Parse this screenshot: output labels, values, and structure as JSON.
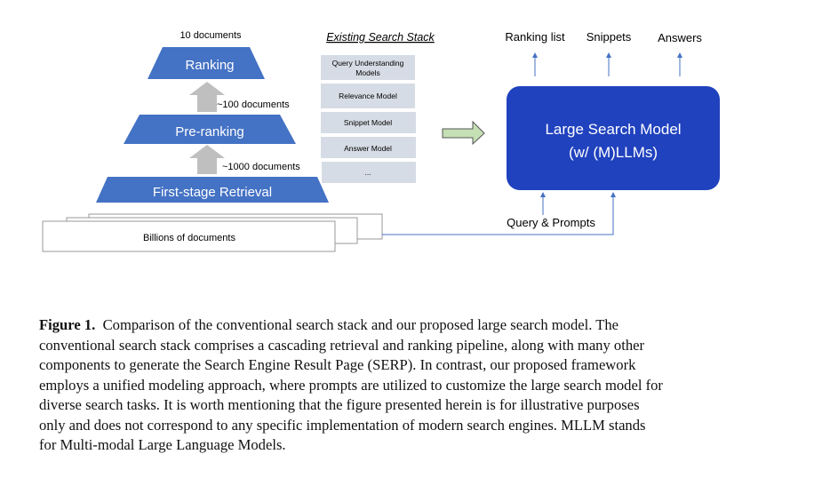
{
  "figure": {
    "pyramid": {
      "top_label": "10 documents",
      "ranking": "Ranking",
      "arrow1_label": "~100 documents",
      "preranking": "Pre-ranking",
      "arrow2_label": "~1000 documents",
      "retrieval": "First-stage Retrieval",
      "corpus": "Billions of documents"
    },
    "stack": {
      "title": "Existing Search Stack",
      "items": [
        "Query Understanding",
        "Models",
        "Relevance Model",
        "Snippet Model",
        "Answer Model",
        "..."
      ]
    },
    "lsm": {
      "line1": "Large Search Model",
      "line2": "(w/ (M)LLMs)",
      "outputs": [
        "Ranking list",
        "Snippets",
        "Answers"
      ],
      "input": "Query & Prompts"
    },
    "colors": {
      "pyramid": "#4472c4",
      "lsm": "#2042be",
      "stack": "#d6dce5",
      "arrow_green": "#c5e0b4"
    }
  },
  "caption": {
    "label": "Figure 1.",
    "lines": [
      "Comparison of the conventional search stack and our proposed large search model.  The",
      "conventional search stack comprises a cascading retrieval and ranking pipeline, along with many other",
      "components to generate the Search Engine Result Page (SERP). In contrast, our proposed framework",
      "employs a unified modeling approach, where prompts are utilized to customize the large search model for",
      "diverse search tasks.  It is worth mentioning that the figure presented herein is for illustrative purposes",
      "only and does not correspond to any specific implementation of modern search engines.  MLLM stands",
      "for Multi-modal Large Language Models."
    ]
  }
}
